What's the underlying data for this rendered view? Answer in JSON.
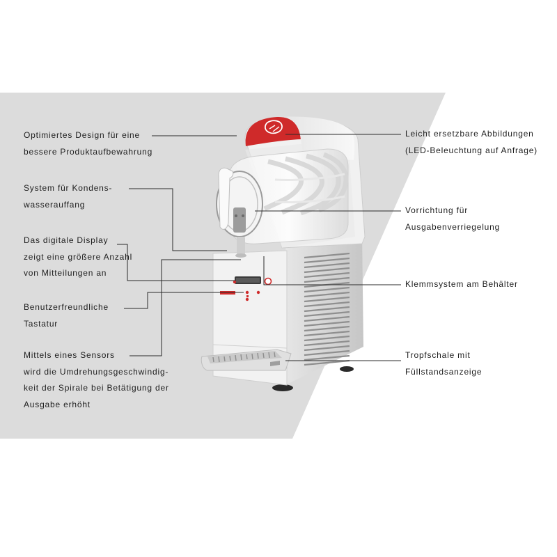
{
  "colors": {
    "background": "#dcdcdc",
    "text": "#1e1e1e",
    "leader_line": "#2a2a2a",
    "accent_red": "#cf2a2a"
  },
  "callouts_left": [
    {
      "id": "design",
      "lines": [
        "Optimiertes Design für eine",
        "bessere Produktaufbewahrung"
      ]
    },
    {
      "id": "kondens",
      "lines": [
        "System für Kondens-",
        "wasserauffang"
      ]
    },
    {
      "id": "display",
      "lines": [
        "Das digitale Display",
        "zeigt eine größere Anzahl",
        "von Mitteilungen an"
      ]
    },
    {
      "id": "tastatur",
      "lines": [
        "Benutzerfreundliche",
        "Tastatur"
      ]
    },
    {
      "id": "sensor",
      "lines": [
        "Mittels eines Sensors",
        "wird die Umdrehungsgeschwindig-",
        "keit der Spirale bei Betätigung der",
        "Ausgabe erhöht"
      ]
    }
  ],
  "callouts_right": [
    {
      "id": "abbildungen",
      "lines": [
        "Leicht ersetzbare Abbildungen",
        "(LED-Beleuchtung auf Anfrage)"
      ]
    },
    {
      "id": "verriegelung",
      "lines": [
        "Vorrichtung für",
        "Ausgabenverriegelung"
      ]
    },
    {
      "id": "klemm",
      "lines": [
        "Klemmsystem am Behälter"
      ]
    },
    {
      "id": "tropf",
      "lines": [
        "Tropfschale mit",
        "Füllstandsanzeige"
      ]
    }
  ]
}
